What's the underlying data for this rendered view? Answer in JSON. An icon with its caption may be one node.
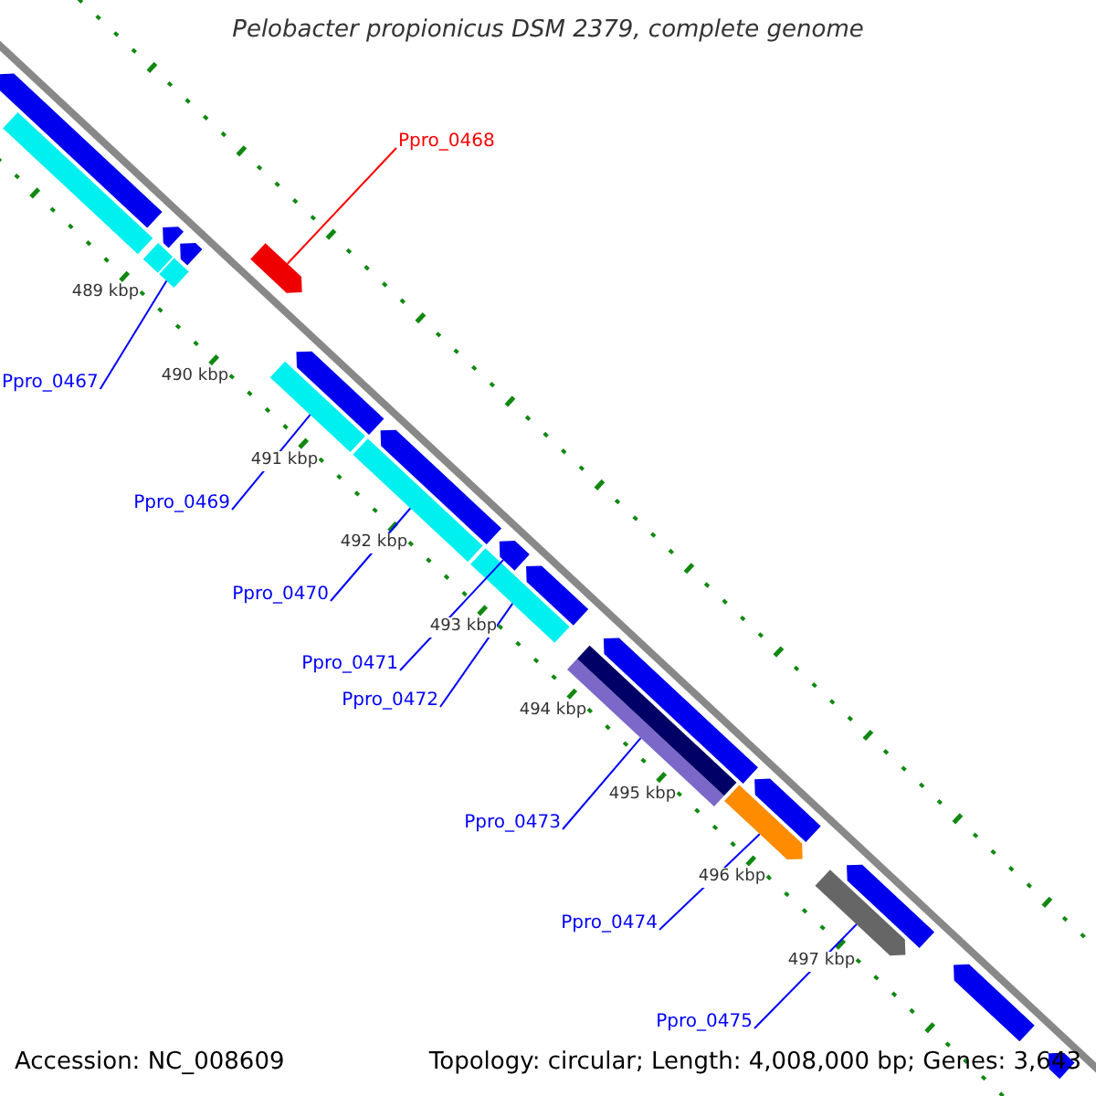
{
  "diagram": {
    "title": "Pelobacter propionicus DSM 2379, complete genome",
    "nodes": [
      {
        "text": [
          "Ppro_0468"
        ]
      },
      {
        "text": [],
        "shape": "bar"
      },
      {
        "text": [
          "Ppro_0467"
        ]
      },
      {
        "text": [],
        "shape": "bar"
      },
      {
        "text": [
          "Ppro_0469"
        ]
      },
      {
        "text": [],
        "shape": "bar"
      },
      {
        "text": [
          "Ppro_0470"
        ]
      },
      {
        "text": [],
        "shape": "bar"
      },
      {
        "text": [
          "Ppro_0471"
        ]
      },
      {
        "text": [],
        "shape": "bar"
      },
      {
        "text": [
          "Ppro_0472"
        ]
      },
      {
        "text": [],
        "shape": "bar"
      },
      {
        "text": [
          "Ppro_0473"
        ]
      },
      {
        "text": [],
        "shape": "bar"
      },
      {
        "text": [
          "Ppro_0474"
        ]
      },
      {
        "text": [],
        "shape": "bar"
      },
      {
        "text": [
          "Ppro_0475"
        ]
      },
      {
        "text": [],
        "shape": "bar"
      },
      {
        "text": [],
        "shape": "bar"
      },
      {
        "text": [],
        "shape": "bar"
      },
      {
        "text": [],
        "shape": "bar"
      },
      {
        "text": [],
        "shape": "bar"
      },
      {
        "text": [],
        "shape": "bar"
      },
      {
        "text": [],
        "shape": "bar"
      },
      {
        "text": [],
        "shape": "bar"
      },
      {
        "text": [],
        "shape": "bar"
      },
      {
        "text": [],
        "shape": "bar"
      },
      {
        "text": [],
        "shape": "bar"
      },
      {
        "text": [],
        "shape": "bar"
      },
      {
        "text": [],
        "shape": "bar"
      },
      {
        "text": [],
        "shape": "bar"
      },
      {
        "text": [],
        "shape": "bar"
      }
    ],
    "edges": [
      {
        "from": 0,
        "to": 1,
        "arrow": "none",
        "color": "#ff0000"
      },
      {
        "from": 2,
        "to": 3,
        "arrow": "none"
      },
      {
        "from": 4,
        "to": 5,
        "arrow": "none"
      },
      {
        "from": 6,
        "to": 7,
        "arrow": "none"
      },
      {
        "from": 8,
        "to": 9,
        "arrow": "none"
      },
      {
        "from": 10,
        "to": 11,
        "arrow": "none"
      },
      {
        "from": 12,
        "to": 13,
        "arrow": "none"
      },
      {
        "from": 14,
        "to": 15,
        "arrow": "none"
      },
      {
        "from": 16,
        "to": 17,
        "arrow": "none"
      }
    ],
    "labels": [
      "489 kbp",
      "490 kbp",
      "491 kbp",
      "492 kbp",
      "493 kbp",
      "494 kbp",
      "495 kbp",
      "496 kbp",
      "497 kbp",
      "Accession: NC_008609",
      "Topology: circular; Length: 4,008,000 bp; Genes: 3,643"
    ]
  }
}
